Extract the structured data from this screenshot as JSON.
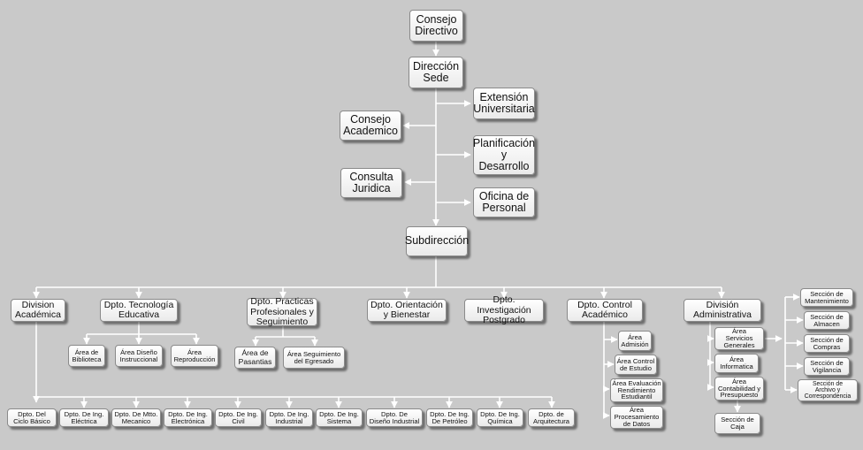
{
  "nodes": {
    "consejo_directivo": "Consejo\nDirectivo",
    "direccion_sede": "Dirección\nSede",
    "extension_universitaria": "Extensión\nUniversitaria",
    "consejo_academico": "Consejo\nAcademico",
    "planificacion_desarrollo": "Planificación\ny\nDesarrollo",
    "consulta_juridica": "Consulta\nJuridica",
    "oficina_personal": "Oficina de\nPersonal",
    "subdireccion": "Subdirección",
    "division_academica": "Division\nAcadémica",
    "dpto_tecnologia_educativa": "Dpto. Tecnología\nEducativa",
    "dpto_practicas": "Dpto. Practicas\nProfesionales y\nSeguimiento",
    "dpto_orientacion": "Dpto. Orientación\ny Bienestar",
    "dpto_investigacion": "Dpto. Investigación\nPostgrado",
    "dpto_control_academico": "Dpto. Control\nAcadémico",
    "division_administrativa": "División\nAdministrativa",
    "area_biblioteca": "Área de\nBiblioteca",
    "area_diseno_instruccional": "Área Diseño\nInstruccional",
    "area_reproduccion": "Área\nReproducción",
    "area_pasantias": "Área de\nPasantias",
    "area_seguimiento_egresado": "Área Seguimiento\ndel Egresado",
    "area_admision": "Área\nAdmisión",
    "area_control_estudio": "Área Control\nde Estudio",
    "area_evaluacion": "Área Evaluación\nRendimiento\nEstudiantil",
    "area_procesamiento": "Área\nProcesamiento\nde Datos",
    "area_servicios_generales": "Área\nServicios\nGenerales",
    "area_informatica": "Área\nInformatica",
    "area_contabilidad": "Área\nContabilidad y\nPresupuesto",
    "seccion_caja": "Sección de\nCaja",
    "seccion_mantenimiento": "Sección de\nMantenimiento",
    "seccion_almacen": "Sección de\nAlmacen",
    "seccion_compras": "Sección de\nCompras",
    "seccion_vigilancia": "Sección de\nVigilancia",
    "seccion_archivo": "Sección de\nArchivo y\nCorrespondencia",
    "dpto_ciclo_basico": "Dpto. Del\nCiclo Básico",
    "dpto_ing_electrica": "Dpto. De Ing.\nEléctrica",
    "dpto_mtto_mecanico": "Dpto. De Mtto.\nMecanico",
    "dpto_ing_electronica": "Dpto. De Ing.\nElectrónica",
    "dpto_ing_civil": "Dpto. De Ing.\nCivil",
    "dpto_ing_industrial": "Dpto. De Ing.\nIndustrial",
    "dpto_ing_sistema": "Dpto. De Ing.\nSistema",
    "dpto_diseno_industrial": "Dpto. De\nDiseño Industrial",
    "dpto_ing_petroleo": "Dpto. De Ing.\nDe Petróleo",
    "dpto_ing_quimica": "Dpto. De Ing.\nQuímica",
    "dpto_arquitectura": "Dpto. de\nArquitectura"
  },
  "colors": {
    "background": "#c9c9c9",
    "connector": "#ffffff",
    "box_border": "#8a8a8a"
  }
}
